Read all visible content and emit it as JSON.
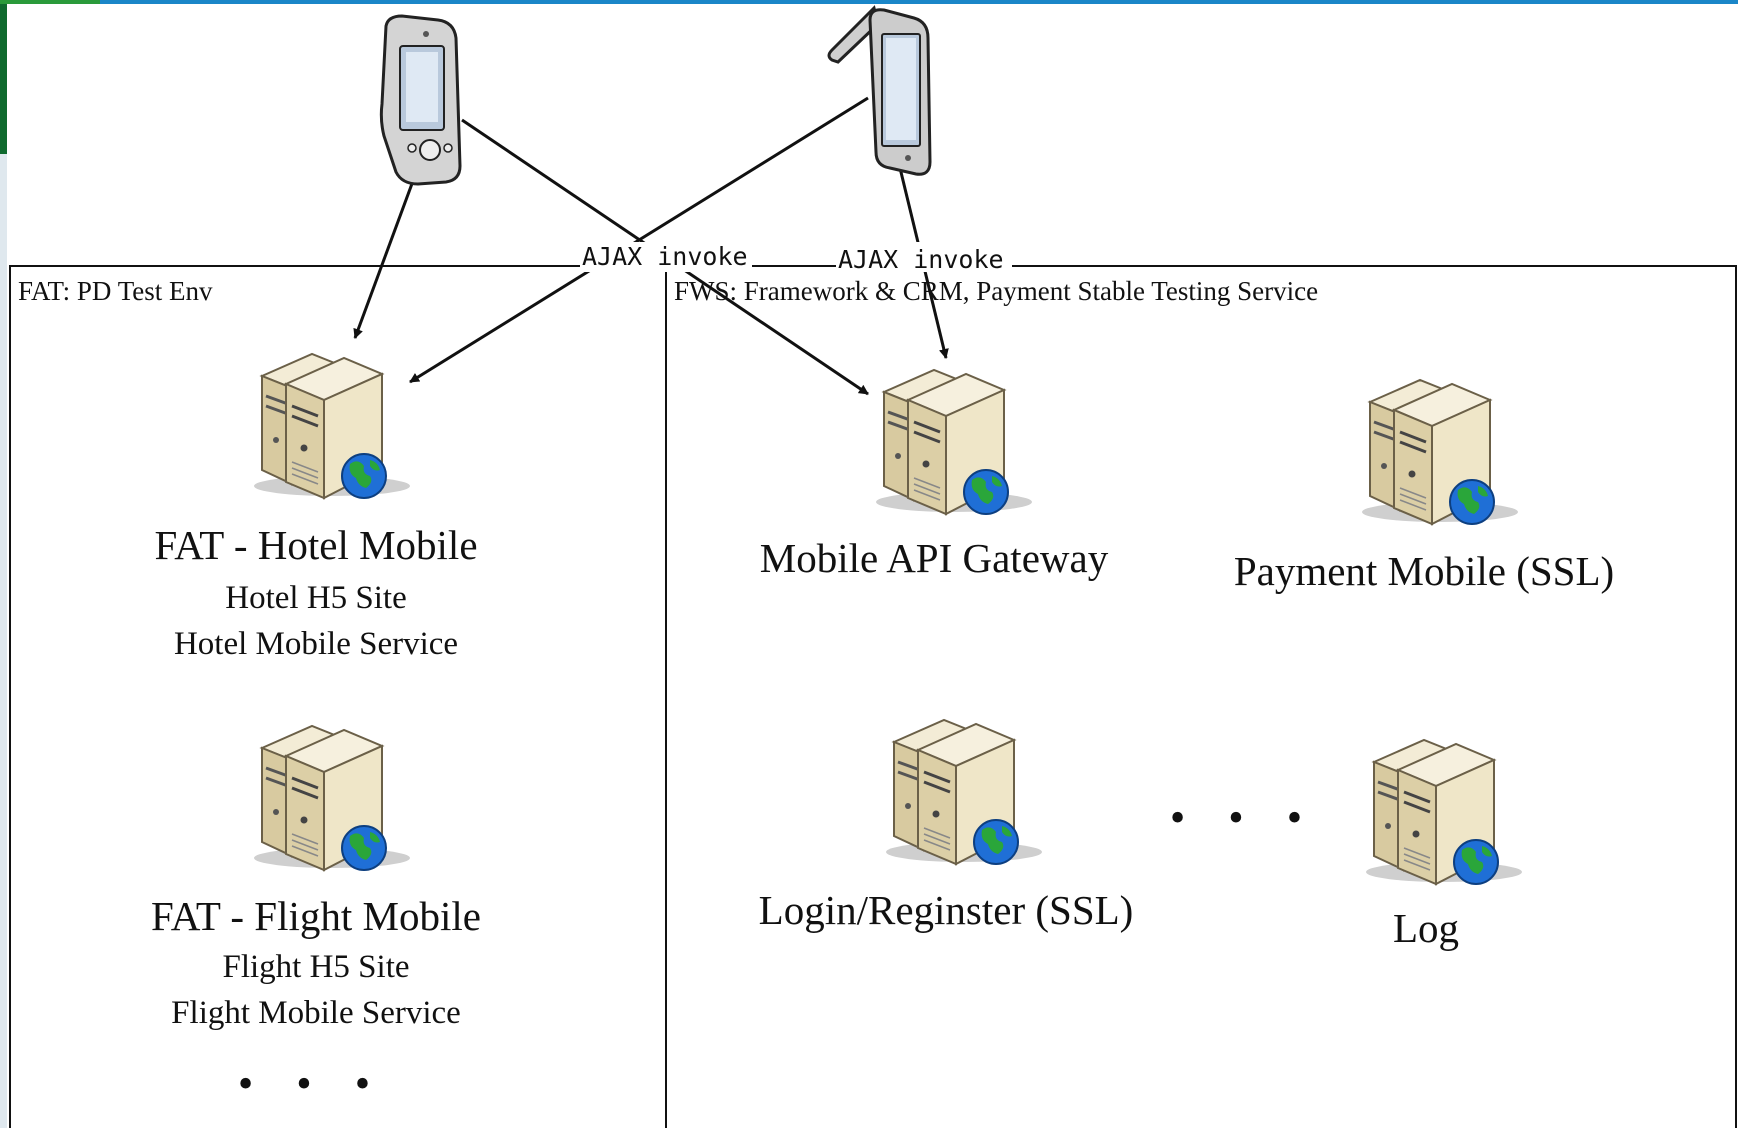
{
  "colors": {
    "accent_bar": "#1a86c8",
    "line": "#111111",
    "server_body": "#ddd0ab",
    "globe_blue": "#1f6fd6",
    "globe_green": "#2aa63a"
  },
  "environments": {
    "fat": {
      "label": "FAT: PD Test Env"
    },
    "fws": {
      "label": "FWS: Framework & CRM, Payment Stable Testing Service"
    }
  },
  "connections": {
    "ajax_left": "AJAX invoke",
    "ajax_right": "AJAX invoke"
  },
  "clients": [
    {
      "icon": "pda-device-icon"
    },
    {
      "icon": "tablet-stylus-icon"
    }
  ],
  "servers": {
    "hotel": {
      "title": "FAT - Hotel  Mobile",
      "line1": "Hotel H5 Site",
      "line2": "Hotel Mobile Service",
      "icon": "web-server-icon"
    },
    "flight": {
      "title": "FAT - Flight  Mobile",
      "line1": "Flight H5 Site",
      "line2": "Flight Mobile Service",
      "icon": "web-server-icon"
    },
    "gateway": {
      "title": "Mobile API Gateway",
      "icon": "web-server-icon"
    },
    "payment": {
      "title": "Payment Mobile (SSL)",
      "icon": "web-server-icon"
    },
    "login": {
      "title": "Login/Reginster (SSL)",
      "icon": "web-server-icon"
    },
    "log": {
      "title": "Log",
      "icon": "web-server-icon"
    }
  },
  "ellipsis": {
    "left": "• • •",
    "right": "• • •"
  }
}
